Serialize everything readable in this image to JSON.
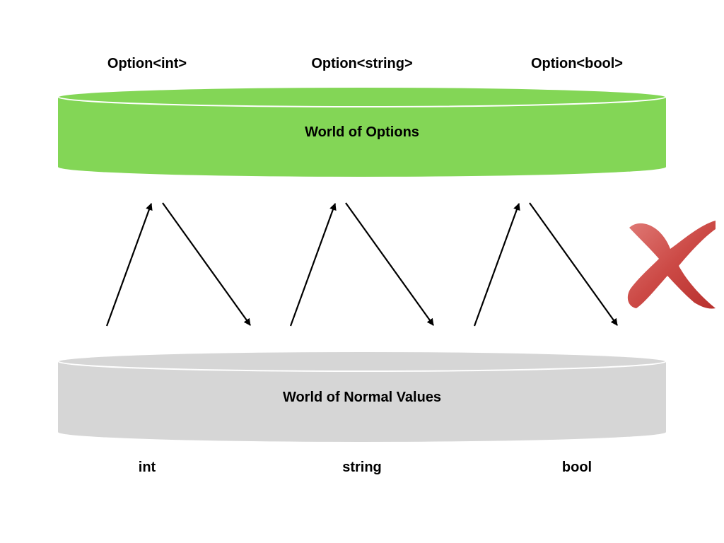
{
  "top_labels": [
    "Option<int>",
    "Option<string>",
    "Option<bool>"
  ],
  "options_world": {
    "label": "World of Options",
    "color": "#83d656"
  },
  "normal_world": {
    "label": "World of Normal Values",
    "color": "#d6d6d6"
  },
  "bottom_labels": [
    "int",
    "string",
    "bool"
  ],
  "cross_icon": {
    "name": "red-x-icon",
    "color": "#c8413f"
  }
}
